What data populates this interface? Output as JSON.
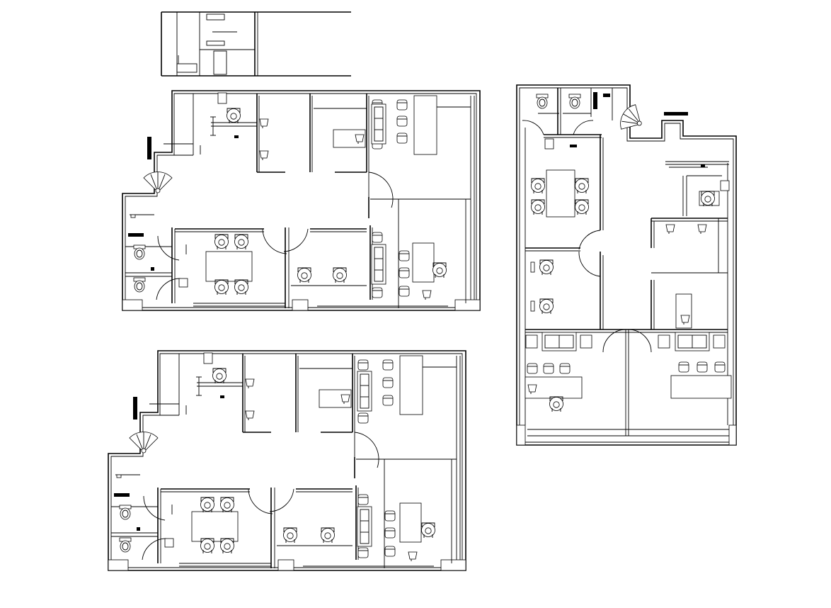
{
  "drawing": {
    "kind": "office-floor-plans",
    "background": "#ffffff",
    "line_color": "#000000",
    "plan_count": 3
  },
  "plans": [
    {
      "name": "plan-top-left"
    },
    {
      "name": "plan-bottom-left"
    },
    {
      "name": "plan-right"
    }
  ],
  "elevation": {
    "name": "elevation-detail"
  }
}
